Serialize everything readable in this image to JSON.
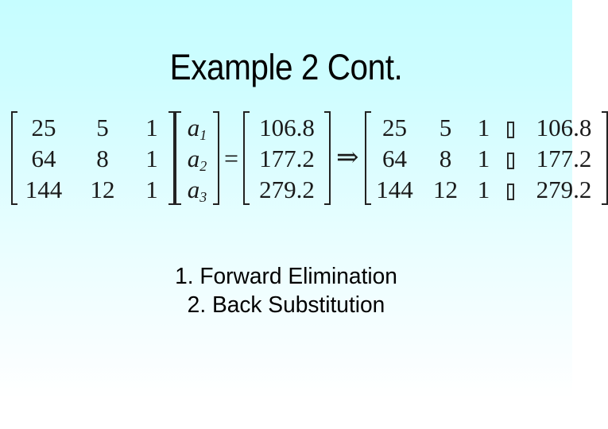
{
  "slide": {
    "title": "Example 2 Cont.",
    "background_top_color": "#C6FDFF",
    "background_bottom_color": "#FFFFFF",
    "text_color": "#000000"
  },
  "equation": {
    "coefficient_matrix": {
      "name": "coefficient-matrix",
      "rows": [
        [
          "25",
          "5",
          "1"
        ],
        [
          "64",
          "8",
          "1"
        ],
        [
          "144",
          "12",
          "1"
        ]
      ]
    },
    "unknown_vector": {
      "name": "unknown-vector",
      "rows": [
        {
          "base": "a",
          "sub": "1"
        },
        {
          "base": "a",
          "sub": "2"
        },
        {
          "base": "a",
          "sub": "3"
        }
      ]
    },
    "equals_symbol": "=",
    "rhs_vector": {
      "name": "rhs-vector",
      "rows": [
        "106.8",
        "177.2",
        "279.2"
      ]
    },
    "implies_symbol": "⇒",
    "augmented_matrix": {
      "name": "augmented-matrix",
      "separator_glyph": "missing-glyph-box",
      "rows": [
        [
          "25",
          "5",
          "1",
          "106.8"
        ],
        [
          "64",
          "8",
          "1",
          "177.2"
        ],
        [
          "144",
          "12",
          "1",
          "279.2"
        ]
      ]
    }
  },
  "steps": [
    "1. Forward Elimination",
    "2. Back Substitution"
  ]
}
